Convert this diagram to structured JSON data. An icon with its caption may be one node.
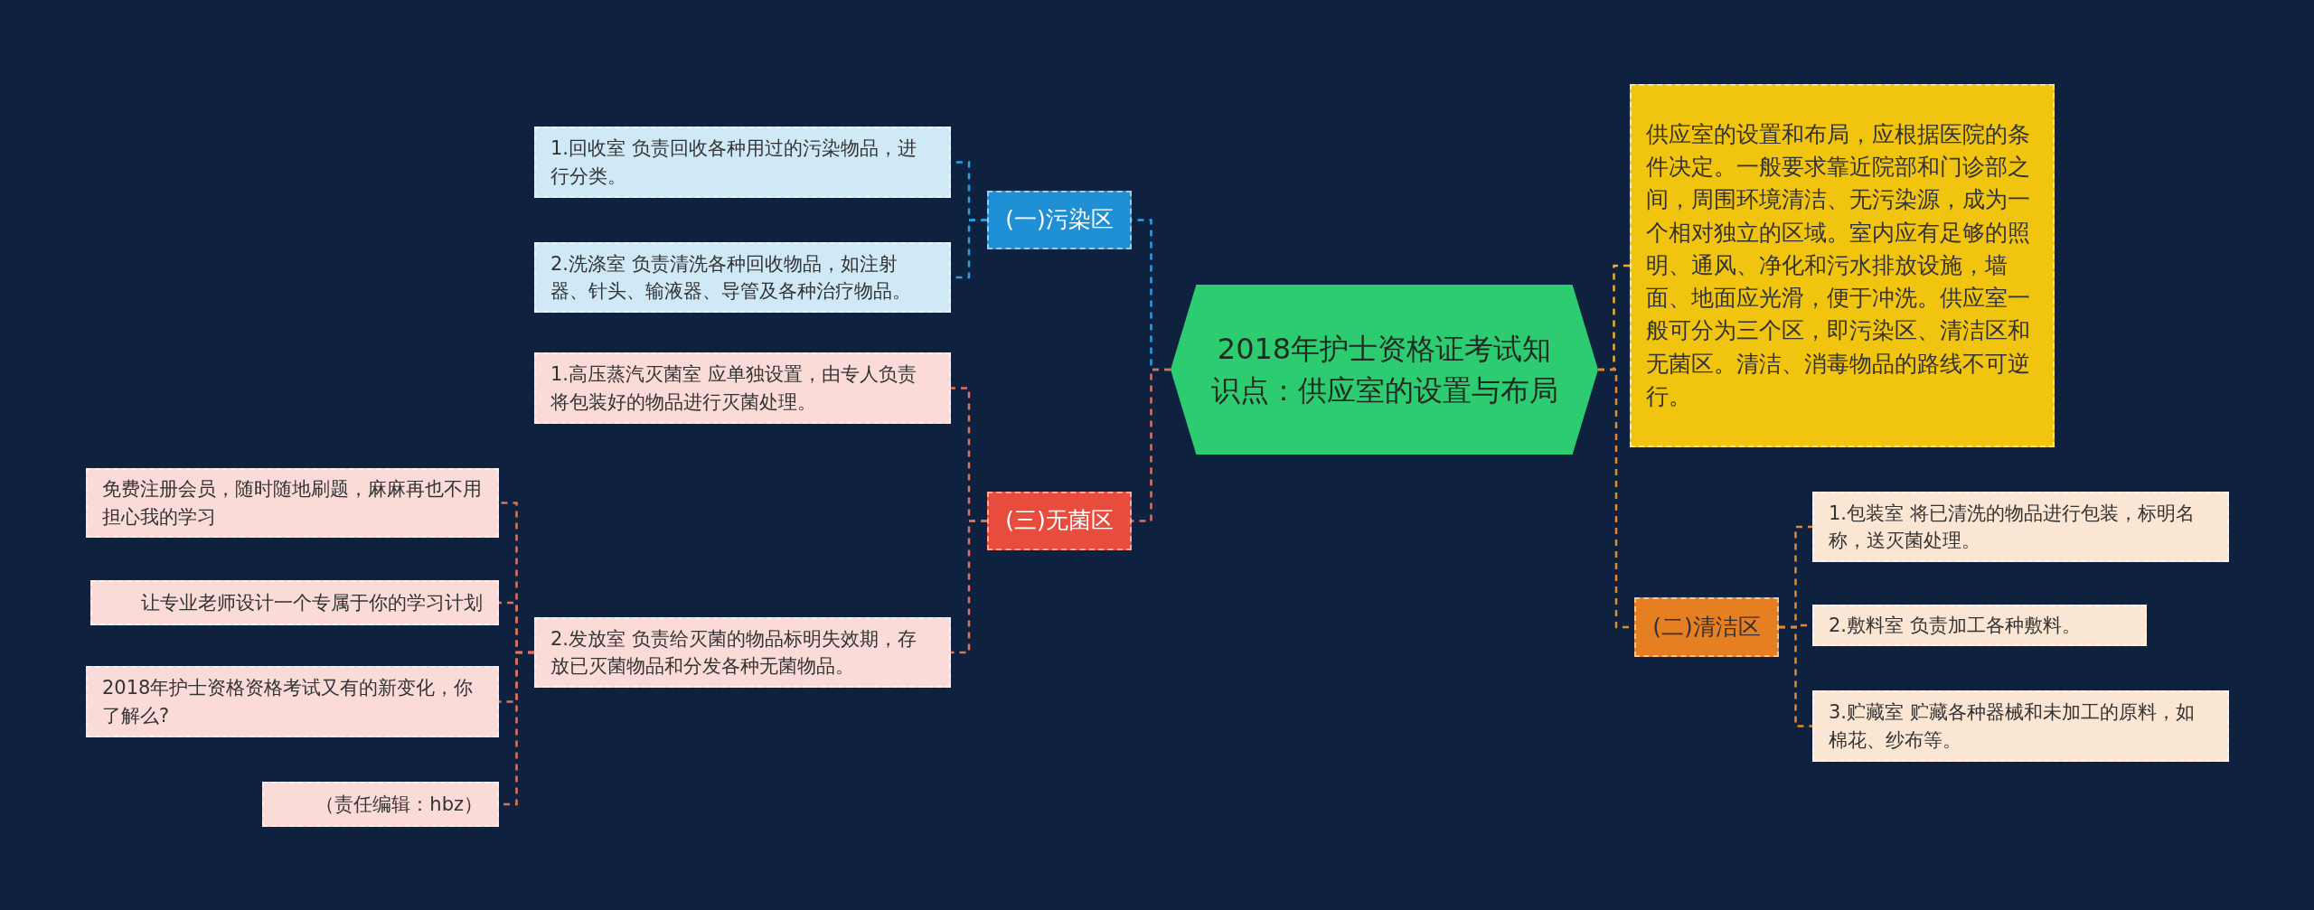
{
  "diagram": {
    "nodes": [
      {
        "text": [
          "2018年护士资格证考试知识点：供应室的设置与布局"
        ]
      },
      {
        "text": [
          "(一)污染区"
        ]
      },
      {
        "text": [
          "1.回收室 负责回收各种用过的污染物品，进行分类。"
        ]
      },
      {
        "text": [
          "2.洗涤室 负责清洗各种回收物品，如注射器、针头、输液器、导管及各种治疗物品。"
        ]
      },
      {
        "text": [
          "(三)无菌区"
        ]
      },
      {
        "text": [
          "1.高压蒸汽灭菌室 应单独设置，由专人负责将包装好的物品进行灭菌处理。"
        ]
      },
      {
        "text": [
          "2.发放室 负责给灭菌的物品标明失效期，存放已灭菌物品和分发各种无菌物品。"
        ]
      },
      {
        "text": [
          "免费注册会员，随时随地刷题，麻麻再也不用担心我的学习"
        ]
      },
      {
        "text": [
          "让专业老师设计一个专属于你的学习计划"
        ]
      },
      {
        "text": [
          "2018年护士资格资格考试又有的新变化，你了解么?"
        ]
      },
      {
        "text": [
          "（责任编辑：hbz）"
        ]
      },
      {
        "text": [
          "供应室的设置和布局，应根据医院的条件决定。一般要求靠近院部和门诊部之间，周围环境清洁、无污染源，成为一个相对独立的区域。室内应有足够的照明、通风、净化和污水排放设施，墙面、地面应光滑，便于冲洗。供应室一般可分为三个区，即污染区、清洁区和无菌区。清洁、消毒物品的路线不可逆行。"
        ]
      },
      {
        "text": [
          "(二)清洁区"
        ]
      },
      {
        "text": [
          "1.包装室 将已清洗的物品进行包装，标明名称，送灭菌处理。"
        ]
      },
      {
        "text": [
          "2.敷料室 负责加工各种敷料。"
        ]
      },
      {
        "text": [
          "3.贮藏室 贮藏各种器械和未加工的原料，如棉花、纱布等。"
        ]
      }
    ],
    "edges": [
      {
        "from": 0,
        "to": 1,
        "arrow": "none",
        "color": "#2f9fe0"
      },
      {
        "from": 1,
        "to": 2,
        "arrow": "none",
        "color": "#2f9fe0"
      },
      {
        "from": 1,
        "to": 3,
        "arrow": "none",
        "color": "#2f9fe0"
      },
      {
        "from": 0,
        "to": 4,
        "arrow": "none",
        "color": "#e0705a"
      },
      {
        "from": 4,
        "to": 5,
        "arrow": "none",
        "color": "#e0705a"
      },
      {
        "from": 4,
        "to": 6,
        "arrow": "none",
        "color": "#e0705a"
      },
      {
        "from": 6,
        "to": 7,
        "arrow": "none",
        "color": "#e0705a"
      },
      {
        "from": 6,
        "to": 8,
        "arrow": "none",
        "color": "#e0705a"
      },
      {
        "from": 6,
        "to": 9,
        "arrow": "none",
        "color": "#e0705a"
      },
      {
        "from": 6,
        "to": 10,
        "arrow": "none",
        "color": "#e0705a"
      },
      {
        "from": 0,
        "to": 11,
        "arrow": "none",
        "color": "#f0b020"
      },
      {
        "from": 0,
        "to": 12,
        "arrow": "none",
        "color": "#e8862a"
      },
      {
        "from": 12,
        "to": 13,
        "arrow": "none",
        "color": "#e8862a"
      },
      {
        "from": 12,
        "to": 14,
        "arrow": "none",
        "color": "#e8862a"
      },
      {
        "from": 12,
        "to": 15,
        "arrow": "none",
        "color": "#e8862a"
      }
    ]
  }
}
